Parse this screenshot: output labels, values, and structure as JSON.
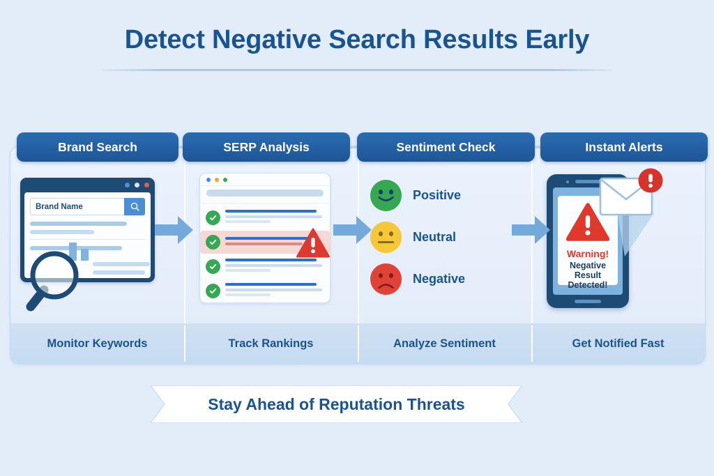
{
  "title": "Detect Negative Search Results Early",
  "steps": [
    {
      "header": "Brand Search",
      "footer": "Monitor Keywords",
      "search_value": "Brand Name",
      "search_icon": "magnifier-icon"
    },
    {
      "header": "SERP Analysis",
      "footer": "Track Rankings",
      "result_rows": [
        {
          "status": "ok",
          "flagged": false
        },
        {
          "status": "ok",
          "flagged": true
        },
        {
          "status": "ok",
          "flagged": false
        },
        {
          "status": "ok",
          "flagged": false
        }
      ],
      "warning_icon": "warning-triangle-icon"
    },
    {
      "header": "Sentiment Check",
      "footer": "Analyze Sentiment",
      "sentiments": [
        {
          "label": "Positive",
          "face": "smiley-happy-icon",
          "color": "#36a852"
        },
        {
          "label": "Neutral",
          "face": "smiley-neutral-icon",
          "color": "#f6c737"
        },
        {
          "label": "Negative",
          "face": "smiley-sad-icon",
          "color": "#e04237"
        }
      ]
    },
    {
      "header": "Instant Alerts",
      "footer": "Get Notified Fast",
      "alert": {
        "icon": "warning-triangle-icon",
        "title": "Warning!",
        "line1": "Negative Result",
        "line2": "Detected!"
      },
      "envelope_icon": "envelope-icon",
      "badge_icon": "exclamation-badge-icon"
    }
  ],
  "arrows": [
    "arrow-right-icon",
    "arrow-right-icon",
    "arrow-right-icon"
  ],
  "ribbon": "Stay Ahead of Reputation Threats",
  "colors": {
    "background": "#e3edfa",
    "brand_navy": "#1a5490",
    "pill_blue": "#2a6cb0",
    "arrow_blue": "#74a9db",
    "alert_red": "#e0382b",
    "ok_green": "#34a853",
    "neutral_yellow": "#f6c737"
  }
}
